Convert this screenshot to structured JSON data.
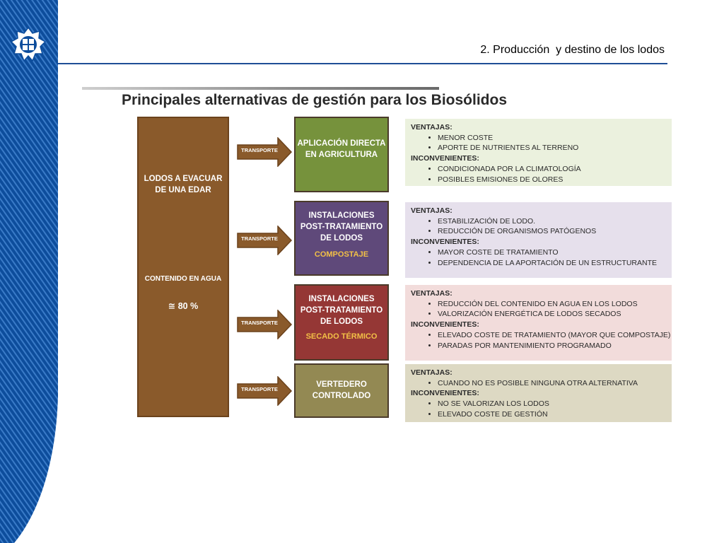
{
  "header": {
    "title": "2. Producción  y destino de los lodos"
  },
  "figure": {
    "title": "Principales alternativas de gestión para los Biosólidos",
    "source": {
      "title": "LODOS A EVACUAR DE UNA EDAR",
      "water_label": "CONTENIDO EN AGUA",
      "water_value": "≅ 80 %"
    },
    "arrow_label": "TRANSPORTE",
    "alternatives": [
      {
        "title": "APLICACIÓN DIRECTA EN AGRICULTURA",
        "subtitle": "",
        "color": "#76923c",
        "subtitle_color": "#ffffff",
        "panel_color": "#ebf1de",
        "ventajas_label": "VENTAJAS:",
        "ventajas": [
          "MENOR COSTE",
          "APORTE DE NUTRIENTES AL TERRENO"
        ],
        "inconvenientes_label": "INCONVENIENTES:",
        "inconvenientes": [
          "CONDICIONADA POR LA CLIMATOLOGÍA",
          "POSIBLES EMISIONES DE OLORES"
        ]
      },
      {
        "title": "INSTALACIONES POST-TRATAMIENTO DE LODOS",
        "subtitle": "COMPOSTAJE",
        "color": "#5f497a",
        "subtitle_color": "#f2c046",
        "panel_color": "#e6e0ec",
        "ventajas_label": "VENTAJAS:",
        "ventajas": [
          "ESTABILIZACIÓN DE LODO.",
          "REDUCCIÓN DE ORGANISMOS PATÓGENOS"
        ],
        "inconvenientes_label": "INCONVENIENTES:",
        "inconvenientes": [
          "MAYOR COSTE DE TRATAMIENTO",
          "DEPENDENCIA DE LA APORTACIÓN DE UN ESTRUCTURANTE"
        ]
      },
      {
        "title": "INSTALACIONES POST-TRATAMIENTO DE LODOS",
        "subtitle": "SECADO TÉRMICO",
        "color": "#953735",
        "subtitle_color": "#f2c046",
        "panel_color": "#f2dcdb",
        "ventajas_label": "VENTAJAS:",
        "ventajas": [
          "REDUCCIÓN DEL CONTENIDO EN AGUA EN LOS LODOS",
          "VALORIZACIÓN ENERGÉTICA DE LODOS SECADOS"
        ],
        "inconvenientes_label": "INCONVENIENTES:",
        "inconvenientes": [
          "ELEVADO COSTE DE TRATAMIENTO (MAYOR QUE COMPOSTAJE)",
          "PARADAS POR MANTENIMIENTO PROGRAMADO"
        ]
      },
      {
        "title": "VERTEDERO CONTROLADO",
        "subtitle": "",
        "color": "#938953",
        "subtitle_color": "#ffffff",
        "panel_color": "#ddd9c3",
        "ventajas_label": "VENTAJAS:",
        "ventajas": [
          "CUANDO NO ES POSIBLE NINGUNA OTRA ALTERNATIVA"
        ],
        "inconvenientes_label": "INCONVENIENTES:",
        "inconvenientes": [
          "NO SE VALORIZAN LOS LODOS",
          "ELEVADO COSTE DE GESTIÓN"
        ]
      }
    ]
  },
  "theme": {
    "band_color": "#1a5aa6",
    "rule_color": "#1f4e96",
    "source_color": "#8a5a2b",
    "arrow_color": "#8a5a2b"
  }
}
